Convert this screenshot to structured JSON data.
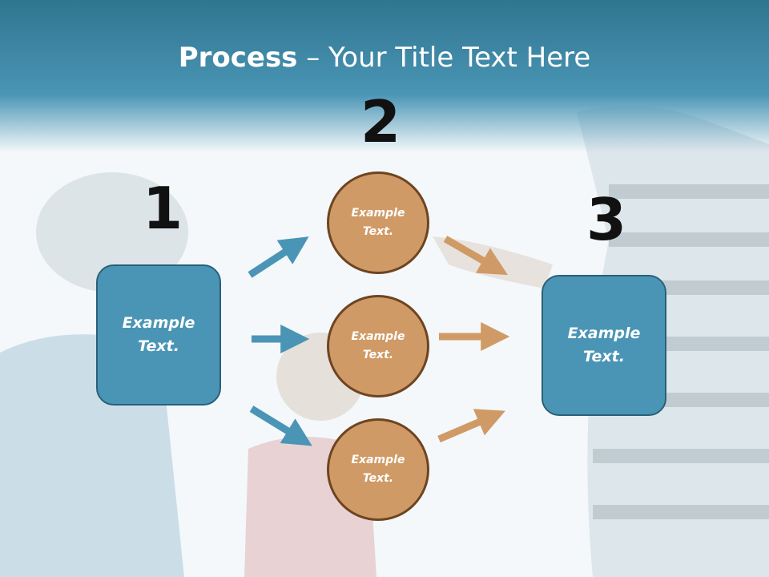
{
  "slide": {
    "title_bold": "Process",
    "title_rest": " – Your Title Text Here",
    "step_numbers": [
      "1",
      "2",
      "3"
    ],
    "left_box_label": "Example\nText.",
    "right_box_label": "Example\nText.",
    "circles": [
      {
        "label": "Example\nText."
      },
      {
        "label": "Example\nText."
      },
      {
        "label": "Example\nText."
      }
    ]
  },
  "colors": {
    "title_band": "#4a95b5",
    "box_fill": "#4a95b5",
    "box_border": "#2b6079",
    "circle_fill": "#d09a66",
    "circle_border": "#6e4421",
    "arrow_blue": "#4a95b5",
    "arrow_orange": "#d09a66"
  }
}
